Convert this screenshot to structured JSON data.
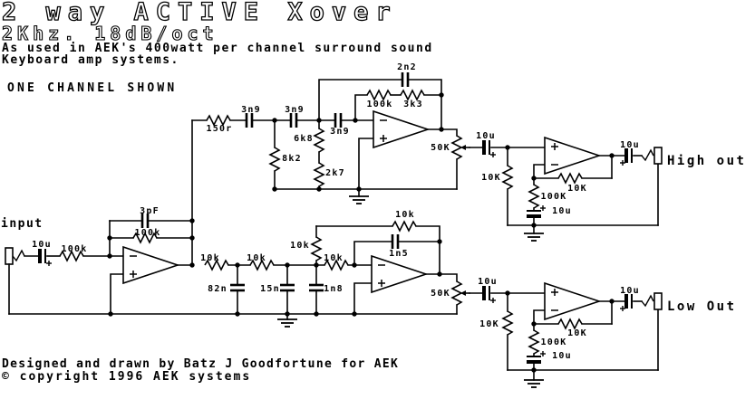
{
  "page": {
    "background": "#ffffff",
    "ink": "#000000"
  },
  "header": {
    "title": "2 way ACTIVE Xover",
    "subtitle": "2Khz. 18dB/oct",
    "description_line1": "As used in AEK's 400watt per channel surround sound",
    "description_line2": "Keyboard amp systems.",
    "note": "ONE CHANNEL SHOWN"
  },
  "io": {
    "input_label": "input",
    "high_out_label": "High out",
    "low_out_label": "Low Out"
  },
  "input_stage": {
    "c_in": "10u",
    "r_in": "100k",
    "c_fb": "3pF",
    "r_fb": "100k"
  },
  "highpass": {
    "r_series": "150r",
    "c1": "3n9",
    "c2": "3n9",
    "c3": "3n9",
    "r_shunt1": "8k2",
    "r_shunt2": "6k8",
    "r_shunt3": "2k7",
    "c_fb": "2n2",
    "r_fb1": "100k",
    "r_fb2": "3k3",
    "level_pot": "50K"
  },
  "lowpass": {
    "r1": "10k",
    "r2": "10k",
    "r3": "10k",
    "r_fb_vert": "10k",
    "r_fb_top": "10k",
    "c1": "82n",
    "c2": "15n",
    "c3": "1n8",
    "c_fb": "1n5",
    "level_pot": "50K"
  },
  "high_buffer": {
    "c_in": "10u",
    "r_shunt": "10K",
    "r_fb": "10K",
    "r_gnd": "100K",
    "c_gnd": "10u",
    "c_out": "10u"
  },
  "low_buffer": {
    "c_in": "10u",
    "r_shunt": "10K",
    "r_fb": "10K",
    "r_gnd": "100K",
    "c_gnd": "10u",
    "c_out": "10u"
  },
  "footer": {
    "credit": "Designed and drawn by Batz J Goodfortune for AEK",
    "copyright": "© copyright 1996 AEK systems"
  }
}
